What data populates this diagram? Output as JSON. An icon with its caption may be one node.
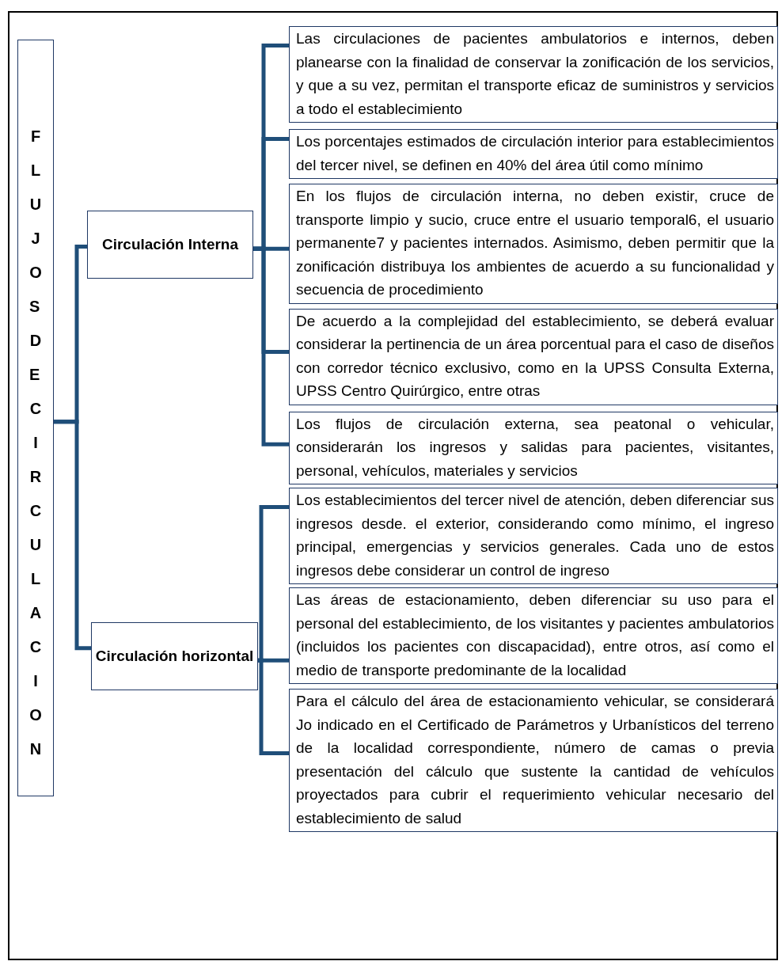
{
  "diagram": {
    "nodes": [
      {
        "text": [
          "FLUJOS DE CIRCULACION"
        ]
      },
      {
        "text": [
          "Circulación Interna"
        ]
      },
      {
        "text": [
          "Circulación horizontal"
        ]
      },
      {
        "text": [
          "Las circulaciones de pacientes ambulatorios e internos, deben planearse con la finalidad de conservar la zonificación de los servicios, y que a su vez, permitan el transporte eficaz de suministros y servicios a todo el establecimiento"
        ]
      },
      {
        "text": [
          "Los porcentajes estimados de circulación interior para establecimientos del tercer nivel, se definen en 40% del área útil como mínimo"
        ]
      },
      {
        "text": [
          "En los flujos de circulación interna, no deben existir, cruce de transporte limpio y sucio, cruce entre el usuario temporal6, el usuario permanente7 y pacientes internados. Asimismo, deben permitir que la zonificación distribuya los ambientes de acuerdo a su funcionalidad y secuencia de procedimiento"
        ]
      },
      {
        "text": [
          "De acuerdo a la complejidad del establecimiento, se deberá evaluar considerar la pertinencia de un área porcentual para el caso de diseños con corredor técnico exclusivo, como en la UPSS Consulta Externa, UPSS Centro Quirúrgico, entre otras"
        ]
      },
      {
        "text": [
          "Los flujos de circulación externa, sea peatonal o vehicular, considerarán los ingresos y salidas para pacientes, visitantes, personal, vehículos, materiales y servicios"
        ]
      },
      {
        "text": [
          "Los establecimientos del tercer nivel de atención, deben diferenciar sus ingresos desde. el exterior, considerando como mínimo, el ingreso principal, emergencias y servicios generales. Cada uno de estos ingresos debe considerar un control de ingreso"
        ]
      },
      {
        "text": [
          "Las áreas de estacionamiento, deben diferenciar su uso para el personal del establecimiento, de los visitantes y pacientes ambulatorios (incluidos los pacientes con discapacidad), entre otros, así como el medio de transporte predominante de la localidad"
        ]
      },
      {
        "text": [
          "Para el cálculo del área de estacionamiento vehicular, se considerará Jo indicado en el Certificado de Parámetros y Urbanísticos del terreno de la localidad correspondiente, número de camas o previa presentación del cálculo que sustente la cantidad de vehículos proyectados para cubrir el requerimiento vehicular necesario del establecimiento de salud"
        ]
      }
    ],
    "edges": [
      {
        "from": 0,
        "to": 1,
        "arrow": "none"
      },
      {
        "from": 0,
        "to": 2,
        "arrow": "none"
      },
      {
        "from": 1,
        "to": 3,
        "arrow": "none"
      },
      {
        "from": 1,
        "to": 4,
        "arrow": "none"
      },
      {
        "from": 1,
        "to": 5,
        "arrow": "none"
      },
      {
        "from": 1,
        "to": 6,
        "arrow": "none"
      },
      {
        "from": 1,
        "to": 7,
        "arrow": "none"
      },
      {
        "from": 2,
        "to": 8,
        "arrow": "none"
      },
      {
        "from": 2,
        "to": 9,
        "arrow": "none"
      },
      {
        "from": 2,
        "to": 10,
        "arrow": "none"
      }
    ]
  }
}
